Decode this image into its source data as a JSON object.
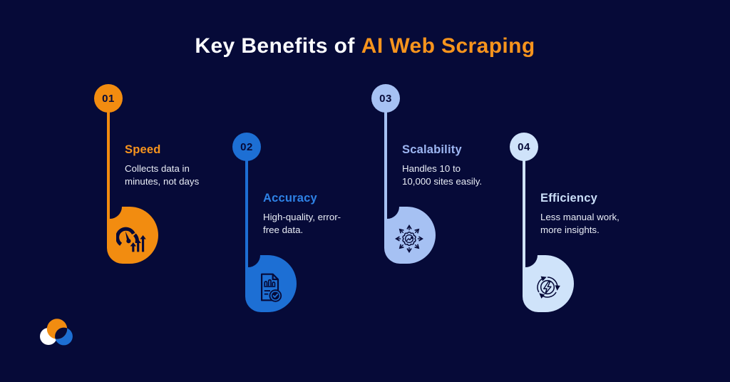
{
  "title": {
    "prefix": "Key Benefits of",
    "highlight": "AI Web Scraping",
    "highlight_color": "#f7941d"
  },
  "background_color": "#060a38",
  "items": [
    {
      "number": "01",
      "title": "Speed",
      "desc1": "Collects data in",
      "desc2": "minutes, not days",
      "icon": "speedometer-growth-icon",
      "accent": "#f28c10",
      "title_color": "#f7941d"
    },
    {
      "number": "02",
      "title": "Accuracy",
      "desc1": "High-quality, error-",
      "desc2": "free data.",
      "icon": "document-check-icon",
      "accent": "#1d6fd4",
      "title_color": "#2e82e6"
    },
    {
      "number": "03",
      "title": "Scalability",
      "desc1": "Handles 10 to",
      "desc2": "10,000 sites easily.",
      "icon": "expand-arrows-icon",
      "accent": "#a6c1f3",
      "title_color": "#9db6f2"
    },
    {
      "number": "04",
      "title": "Efficiency",
      "desc1": "Less manual work,",
      "desc2": "more insights.",
      "icon": "cycle-bolt-icon",
      "accent": "#cfe3fa",
      "title_color": "#cadef8"
    }
  ],
  "logo": {
    "name": "brand-cloud-logo",
    "colors": {
      "white": "#ffffff",
      "orange": "#f28c10",
      "blue": "#1d6fd4",
      "overlap": "#060a38"
    }
  }
}
